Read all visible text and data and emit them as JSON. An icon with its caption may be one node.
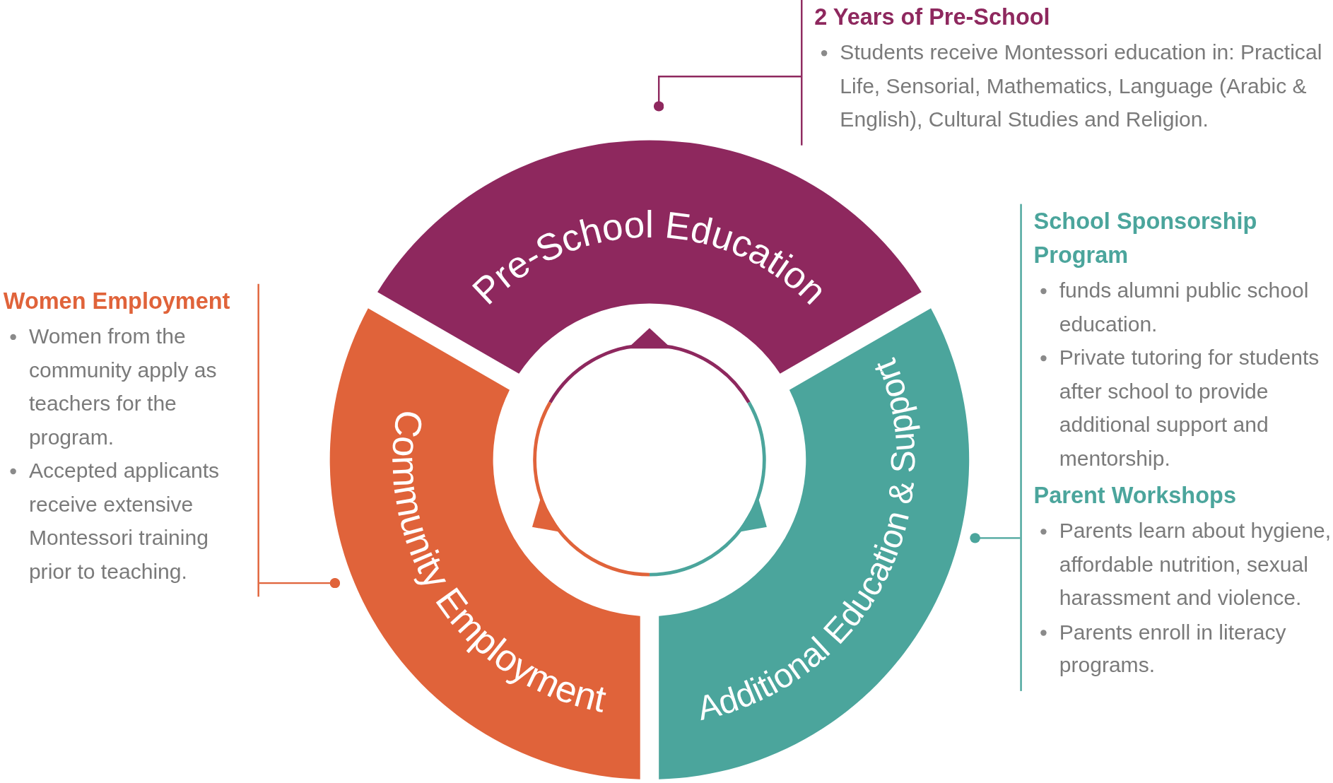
{
  "diagram": {
    "nodes": [
      {
        "text": [
          "Pre-School Education"
        ]
      },
      {
        "text": [
          "Additional Education & Support"
        ]
      },
      {
        "text": [
          "Community Employment"
        ]
      },
      {
        "text": [
          "2 Years of Pre-School",
          "Students receive Montessori education in: Practical Life, Sensorial, Mathematics, Language (Arabic & English), Cultural Studies and Religion."
        ]
      },
      {
        "text": [
          "School Sponsorship Program",
          "funds alumni public school education.",
          "Private tutoring for students after school to provide additional support and mentorship.",
          "Parent Workshops",
          "Parents learn about hygiene, affordable nutrition, sexual harassment and violence.",
          "Parents enroll in literacy programs."
        ]
      },
      {
        "text": [
          "Women Employment",
          "Women from the community apply as teachers for the program.",
          "Accepted applicants receive extensive Montessori training prior to teaching."
        ]
      }
    ],
    "edges": [
      {
        "from": 3,
        "to": 0,
        "arrow": "other",
        "color": "#8e285e"
      },
      {
        "from": 4,
        "to": 1,
        "arrow": "other",
        "color": "#4ba59c"
      },
      {
        "from": 5,
        "to": 2,
        "arrow": "other",
        "color": "#e0633a"
      }
    ]
  }
}
